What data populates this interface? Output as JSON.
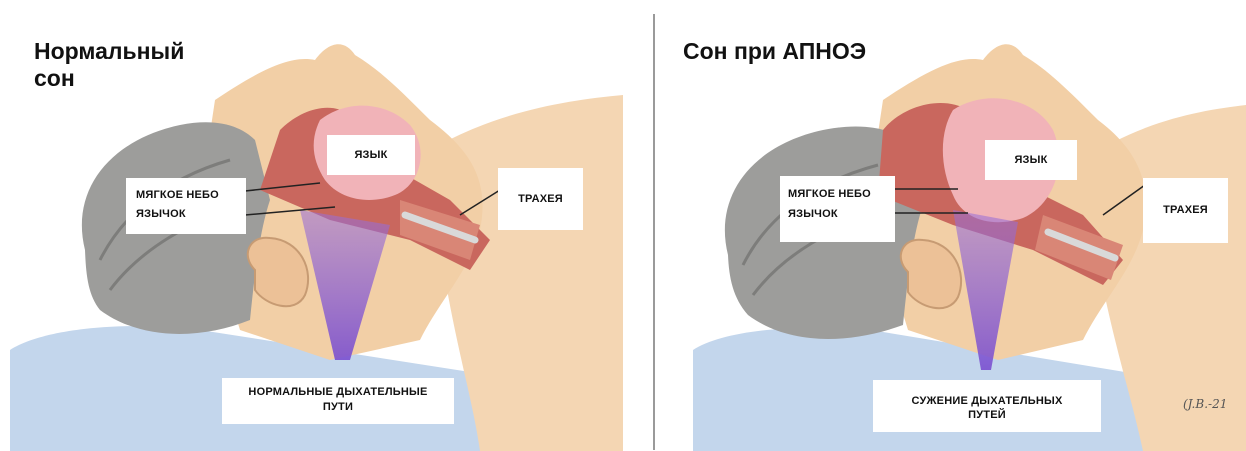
{
  "left_panel": {
    "title_line1": "Нормальный",
    "title_line2": "сон",
    "tongue_label": "ЯЗЫК",
    "soft_palate_label": "МЯГКОЕ НЕБО",
    "uvula_label": "ЯЗЫЧОК",
    "trachea_label": "ТРАХЕЯ",
    "airway_label_line1": "НОРМАЛЬНЫЕ ДЫХАТЕЛЬНЫЕ",
    "airway_label_line2": "ПУТИ"
  },
  "right_panel": {
    "title": "Сон при АПНОЭ",
    "tongue_label": "ЯЗЫК",
    "soft_palate_label": "МЯГКОЕ НЕБО",
    "uvula_label": "ЯЗЫЧОК",
    "trachea_label": "ТРАХЕЯ",
    "airway_label_line1": "СУЖЕНИЕ ДЫХАТЕЛЬНЫХ",
    "airway_label_line2": "ПУТЕЙ"
  },
  "colors": {
    "skin": "#f2cfa6",
    "hair": "#9a9a98",
    "tissue": "#c9675e",
    "tongue": "#f1b3b8",
    "airway_cone": "#9a6fd6",
    "pillow": "#bfd3ea"
  }
}
